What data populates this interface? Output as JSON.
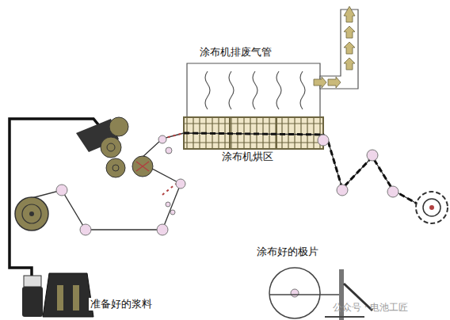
{
  "diagram": {
    "labels": [
      "涂布机排废气管",
      "涂布机烘区",
      "涂布好的极片",
      "准备好的浆料",
      "公众号 · 电池工匠"
    ]
  }
}
